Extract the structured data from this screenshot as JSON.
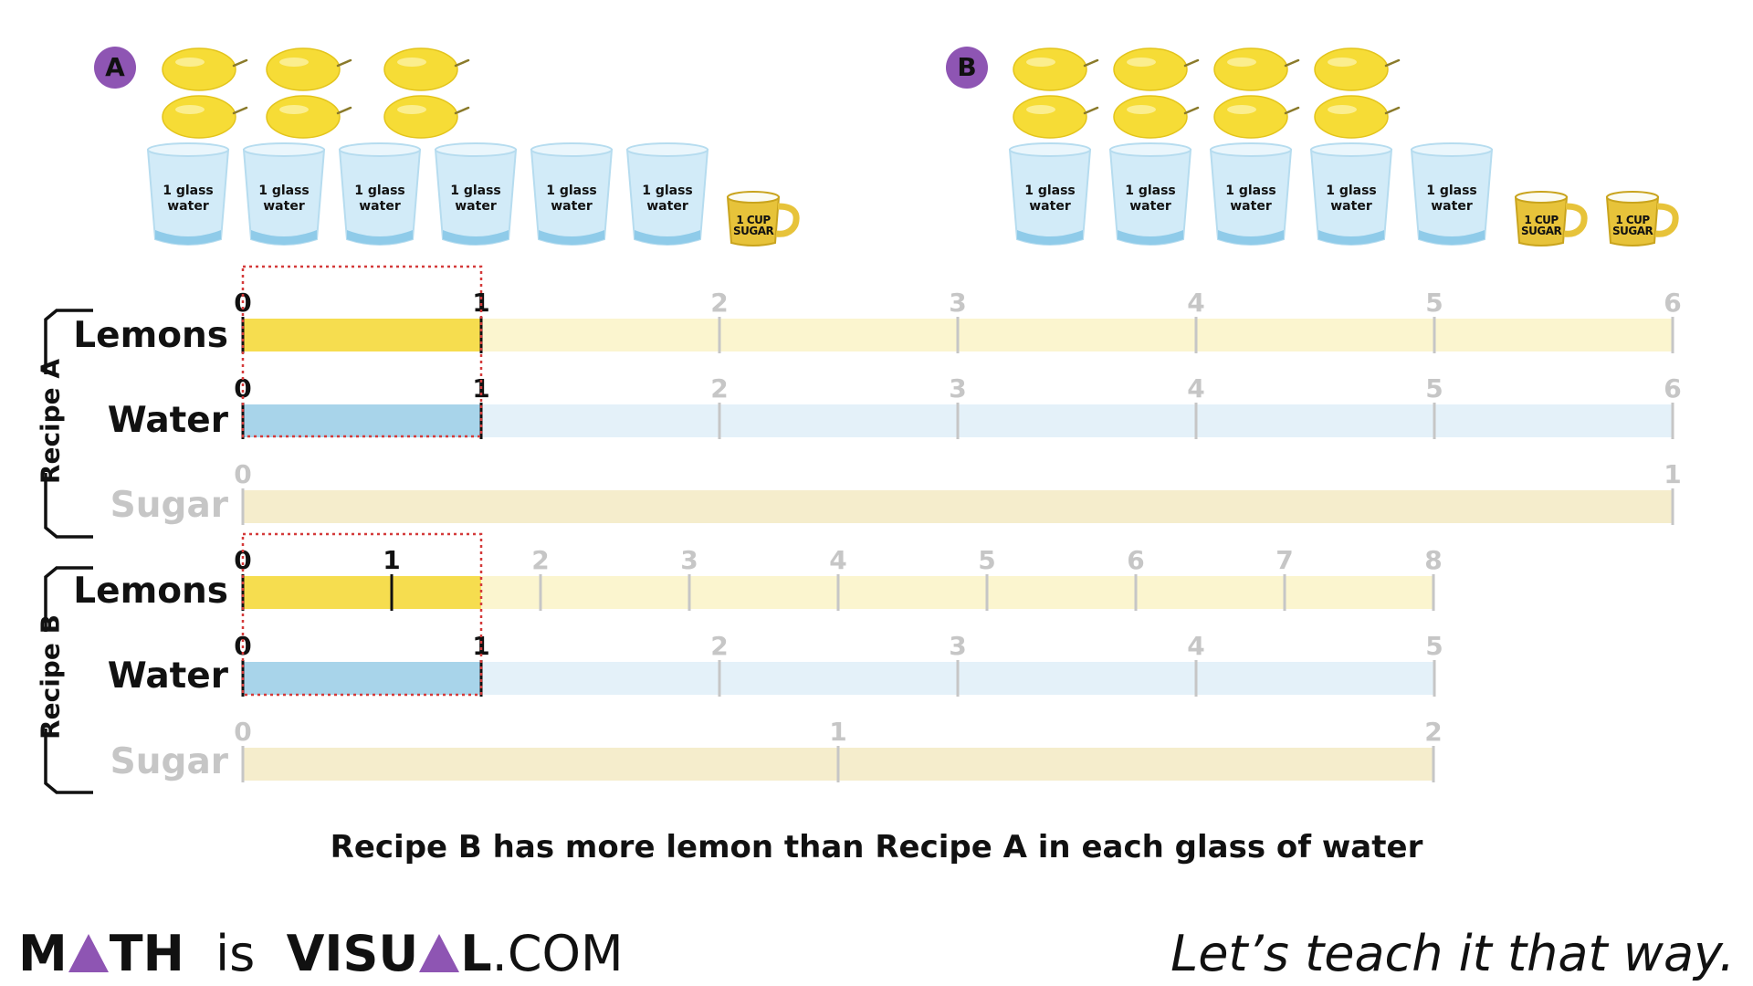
{
  "recipes": {
    "a": {
      "badge": "A",
      "lemons": 6,
      "lemon_columns": 3,
      "glasses": 6,
      "cups": 1,
      "side_label": "Recipe A"
    },
    "b": {
      "badge": "B",
      "lemons": 8,
      "lemon_columns": 4,
      "glasses": 5,
      "cups": 2,
      "side_label": "Recipe B"
    }
  },
  "icons": {
    "glass_label_line1": "1 glass",
    "glass_label_line2": "water",
    "cup_label_line1": "1 CUP",
    "cup_label_line2": "SUGAR",
    "lemon": "lemon-icon",
    "glass": "water-glass-icon",
    "cup": "sugar-cup-icon"
  },
  "number_lines": [
    {
      "id": "a-lemons",
      "label": "Lemons",
      "max": 6,
      "ticks": [
        "0",
        "1",
        "2",
        "3",
        "4",
        "5",
        "6"
      ],
      "highlight": 1,
      "color": "#f6dd4f",
      "track": "#fbf5cf",
      "faded": false
    },
    {
      "id": "a-water",
      "label": "Water",
      "max": 6,
      "ticks": [
        "0",
        "1",
        "2",
        "3",
        "4",
        "5",
        "6"
      ],
      "highlight": 1,
      "color": "#a8d4ea",
      "track": "#e4f1f9",
      "faded": false
    },
    {
      "id": "a-sugar",
      "label": "Sugar",
      "max": 1,
      "ticks": [
        "0",
        "1"
      ],
      "highlight": 0,
      "color": "#f5edcc",
      "track": "#f5edcc",
      "faded": true
    },
    {
      "id": "b-lemons",
      "label": "Lemons",
      "max": 8,
      "ticks": [
        "0",
        "1",
        "2",
        "3",
        "4",
        "5",
        "6",
        "7",
        "8"
      ],
      "highlight": 1.6,
      "color": "#f6dd4f",
      "track": "#fbf5cf",
      "faded": false
    },
    {
      "id": "b-water",
      "label": "Water",
      "max": 5,
      "ticks": [
        "0",
        "1",
        "2",
        "3",
        "4",
        "5"
      ],
      "highlight": 1,
      "color": "#a8d4ea",
      "track": "#e4f1f9",
      "faded": false
    },
    {
      "id": "b-sugar",
      "label": "Sugar",
      "max": 2,
      "ticks": [
        "0",
        "1",
        "2"
      ],
      "highlight": 0,
      "color": "#f5edcc",
      "track": "#f5edcc",
      "faded": true
    }
  ],
  "caption": "Recipe B has more lemon than Recipe A in each glass of water",
  "footer": {
    "brand_m": "M",
    "brand_th": "TH",
    "brand_is": "is",
    "brand_v": "V",
    "brand_isu": "ISU",
    "brand_l": "L",
    "brand_com": ".COM",
    "tagline": "Let’s teach it that way."
  },
  "colors": {
    "accent": "#8e55b3",
    "lemon": "#f6dd4f",
    "water": "#a8d4ea",
    "tick_active": "#111111",
    "tick_faded": "#c6c6c6"
  }
}
